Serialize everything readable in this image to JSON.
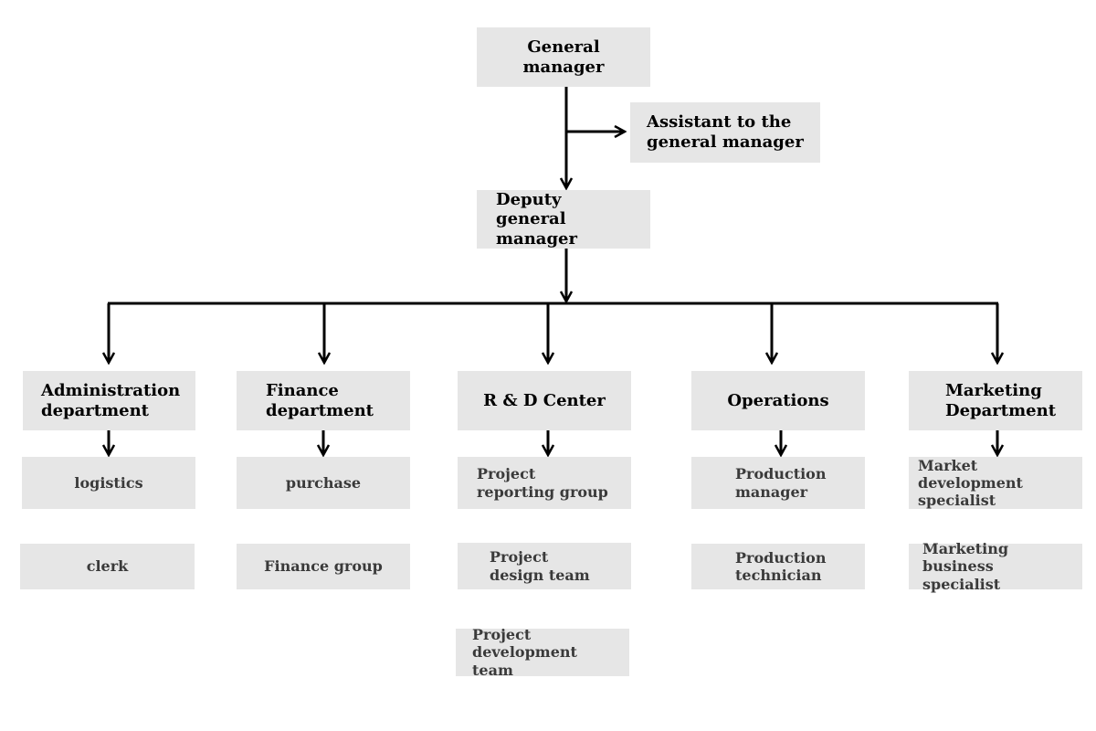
{
  "diagram": {
    "general_manager": "General manager",
    "assistant": "Assistant to the general manager",
    "deputy": "Deputy general manager",
    "departments": {
      "administration": {
        "label": "Administration department",
        "subunits": [
          "logistics",
          "clerk"
        ]
      },
      "finance": {
        "label": "Finance department",
        "subunits": [
          "purchase",
          "Finance group"
        ]
      },
      "rd": {
        "label": "R & D Center",
        "subunits": [
          "Project reporting group",
          "Project design team",
          "Project development team"
        ]
      },
      "operations": {
        "label": "Operations",
        "subunits": [
          "Production manager",
          "Production technician"
        ]
      },
      "marketing": {
        "label": "Marketing Department",
        "subunits": [
          "Market development specialist",
          "Marketing business specialist"
        ]
      }
    }
  },
  "colors": {
    "box_fill": "#e6e6e6",
    "line": "#000000",
    "heading_text": "#000000",
    "sub_text": "#3a3a3a"
  }
}
